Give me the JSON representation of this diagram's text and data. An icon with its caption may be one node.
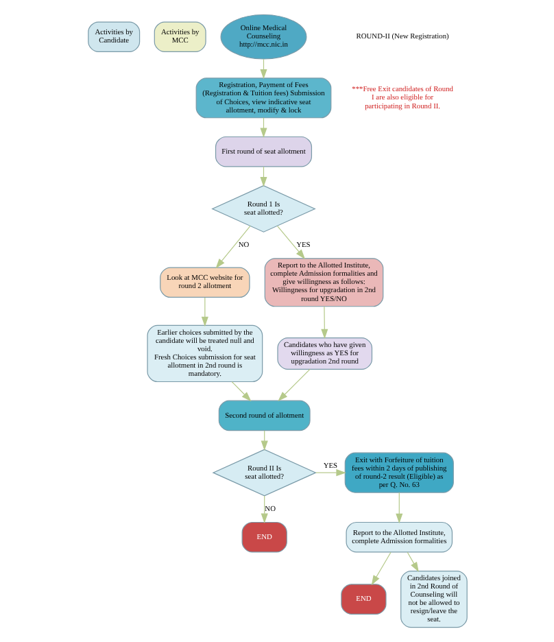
{
  "diagram": {
    "nodes": [
      {
        "text": [
          "Activities by Candidate"
        ]
      },
      {
        "text": [
          "Activities by MCC"
        ]
      },
      {
        "text": [
          "Online Medical Counseling http://mcc.nic.in"
        ]
      },
      {
        "text": [
          "Registration, Payment of Fees (Registration & Tuition fees) Submission of Choices, view indicative seat allotment, modify & lock"
        ]
      },
      {
        "text": [
          "First round of seat allotment"
        ]
      },
      {
        "text": [
          "Round 1 Is seat allotted?"
        ]
      },
      {
        "text": [
          "Look at MCC website for round 2 allotment"
        ]
      },
      {
        "text": [
          "Report to the Allotted Institute, complete Admission formalities and give willingness as follows:",
          "Willingness for upgradation in 2nd round YES/NO"
        ]
      },
      {
        "text": [
          "Earlier choices submitted by the candidate will be treated null and void.",
          "Fresh Choices submission for seat allotment in 2nd round is mandatory."
        ]
      },
      {
        "text": [
          "Second round of allotment"
        ]
      },
      {
        "text": [
          "Candidates who have given willingness as YES for upgradation 2nd round"
        ]
      },
      {
        "text": [
          "Exit with Forfeiture of tuition fees within 2 days of publishing of round-2 result (Eligible) as per Q. No. 63"
        ]
      },
      {
        "text": [
          "Round II Is seat allotted?"
        ]
      },
      {
        "text": [
          "Report to the Allotted Institute, complete Admission formalities"
        ]
      },
      {
        "text": [
          "END"
        ]
      },
      {
        "text": [
          "END"
        ]
      },
      {
        "text": [
          "Candidates joined in 2nd Round of Counseling will not be allowed to resign/leave the seat."
        ]
      }
    ],
    "edges": [
      {
        "from": 2,
        "to": 3,
        "arrow": "to"
      },
      {
        "from": 3,
        "to": 4,
        "arrow": "to"
      },
      {
        "from": 4,
        "to": 5,
        "arrow": "to"
      },
      {
        "from": 5,
        "to": 6,
        "arrow": "to",
        "label": "NO"
      },
      {
        "from": 5,
        "to": 7,
        "arrow": "to",
        "label": "YES"
      },
      {
        "from": 6,
        "to": 8,
        "arrow": "to"
      },
      {
        "from": 7,
        "to": 10,
        "arrow": "to"
      },
      {
        "from": 8,
        "to": 9,
        "arrow": "to"
      },
      {
        "from": 10,
        "to": 9,
        "arrow": "to"
      },
      {
        "from": 9,
        "to": 12,
        "arrow": "to"
      },
      {
        "from": 12,
        "to": 11,
        "arrow": "to",
        "label": "YES"
      },
      {
        "from": 12,
        "to": 14,
        "arrow": "to",
        "label": "NO"
      },
      {
        "from": 11,
        "to": 13,
        "arrow": "to"
      },
      {
        "from": 13,
        "to": 15,
        "arrow": "to"
      },
      {
        "from": 13,
        "to": 16,
        "arrow": "to"
      }
    ],
    "labels": [
      "ROUND-II (New Registration)",
      "***Free Exit candidates of Round I are also eligible for participating in Round II."
    ]
  }
}
